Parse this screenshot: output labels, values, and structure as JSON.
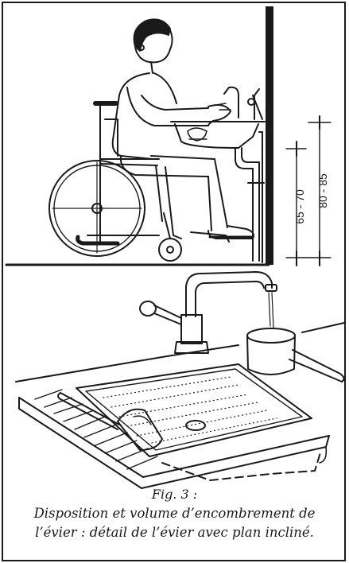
{
  "dimensions": {
    "inner": "65 - 70",
    "outer": "80 - 85"
  },
  "caption": {
    "figure": "Fig. 3 :",
    "line1": "Disposition et volume d’encombrement de",
    "line2": "l’évier : détail de l’évier avec plan incliné."
  }
}
